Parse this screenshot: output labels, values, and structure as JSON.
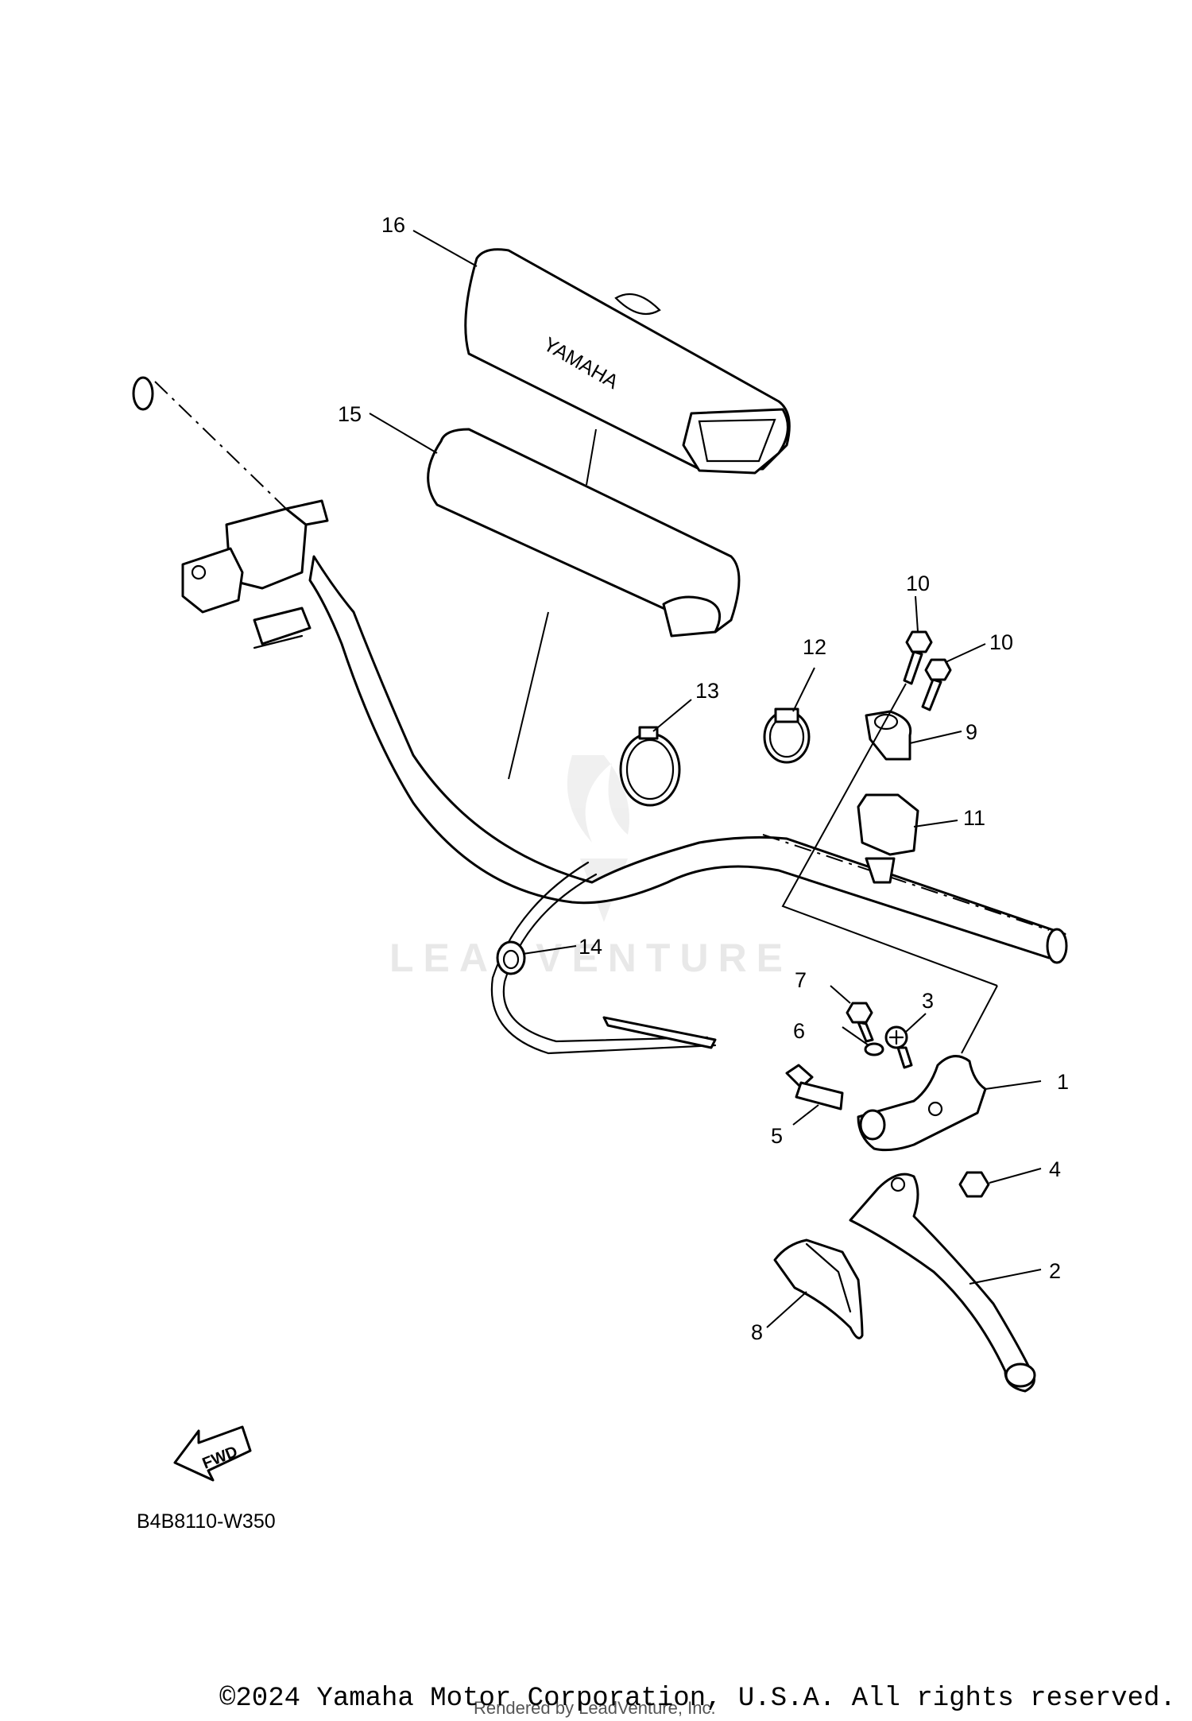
{
  "diagram": {
    "callouts": [
      "1",
      "2",
      "3",
      "4",
      "5",
      "6",
      "7",
      "8",
      "9",
      "10",
      "10",
      "11",
      "12",
      "13",
      "14",
      "15",
      "16"
    ],
    "logo_text": "YAMAHA",
    "direction_text": "FWD",
    "diagram_code": "B4B8110-W350"
  },
  "watermark": {
    "text": "LEADVENTURE",
    "color": "#e6e6e6"
  },
  "footer": {
    "copyright": "©2024 Yamaha Motor Corporation, U.S.A. All rights reserved.",
    "rendered_by": "Rendered by LeadVenture, Inc."
  }
}
